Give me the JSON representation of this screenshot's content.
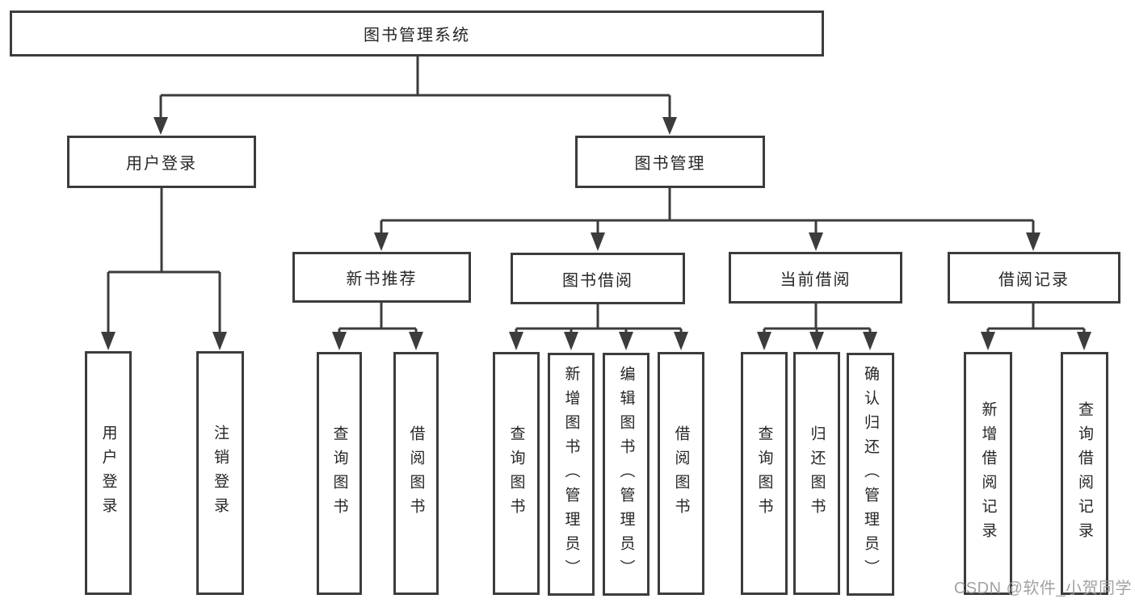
{
  "watermark": "CSDN @软件_小贺同学",
  "colors": {
    "line": "#3c3c3c",
    "text": "#262626",
    "watermark": "#9b9b9b",
    "background": "#ffffff"
  },
  "tree": {
    "root": "图书管理系统",
    "branches": [
      {
        "label": "用户登录",
        "leaves": [
          "用户登录",
          "注销登录"
        ]
      },
      {
        "label": "图书管理",
        "groups": [
          {
            "label": "新书推荐",
            "leaves": [
              "查询图书",
              "借阅图书"
            ]
          },
          {
            "label": "图书借阅",
            "leaves": [
              "查询图书",
              "新增图书（管理员）",
              "编辑图书（管理员）",
              "借阅图书"
            ]
          },
          {
            "label": "当前借阅",
            "leaves": [
              "查询图书",
              "归还图书",
              "确认归还（管理员）"
            ]
          },
          {
            "label": "借阅记录",
            "leaves": [
              "新增借阅记录",
              "查询借阅记录"
            ]
          }
        ]
      }
    ]
  }
}
